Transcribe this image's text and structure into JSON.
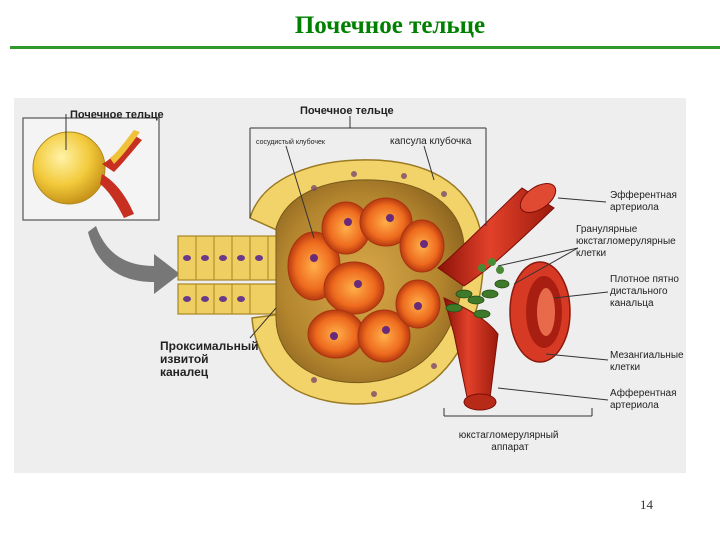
{
  "slide": {
    "title": "Почечное тельце",
    "page_number": "14"
  },
  "labels": {
    "inset_title": "Почечное тельце",
    "main_title": "Почечное тельце",
    "glomerulus": "сосудистый клубочек",
    "capsule": "капсула клубочка",
    "efferent": [
      "Эфферентная",
      "артериола"
    ],
    "granular": [
      "Гранулярные",
      "юкстагломерулярные",
      "клетки"
    ],
    "macula": [
      "Плотное пятно",
      "дистального",
      "канальца"
    ],
    "mesangial": [
      "Мезангиальные",
      "клетки"
    ],
    "afferent": [
      "Афферентная",
      "артериола"
    ],
    "proximal": [
      "Проксимальный",
      "извитой",
      "каналец"
    ],
    "jga": [
      "юкстагломерулярный",
      "аппарат"
    ]
  },
  "colors": {
    "title_green": "#008000",
    "figure_bg": "#eeeeee",
    "tubule_yellow": "#e8c44a",
    "capsule_brown": "#a27a28",
    "vessel_red": "#d42a1c",
    "vessel_dark": "#8c1208",
    "glomerulus_orange": "#e86a1c",
    "mesangial_green": "#3f7a2a",
    "nucleus_purple": "#6a3a8a"
  }
}
